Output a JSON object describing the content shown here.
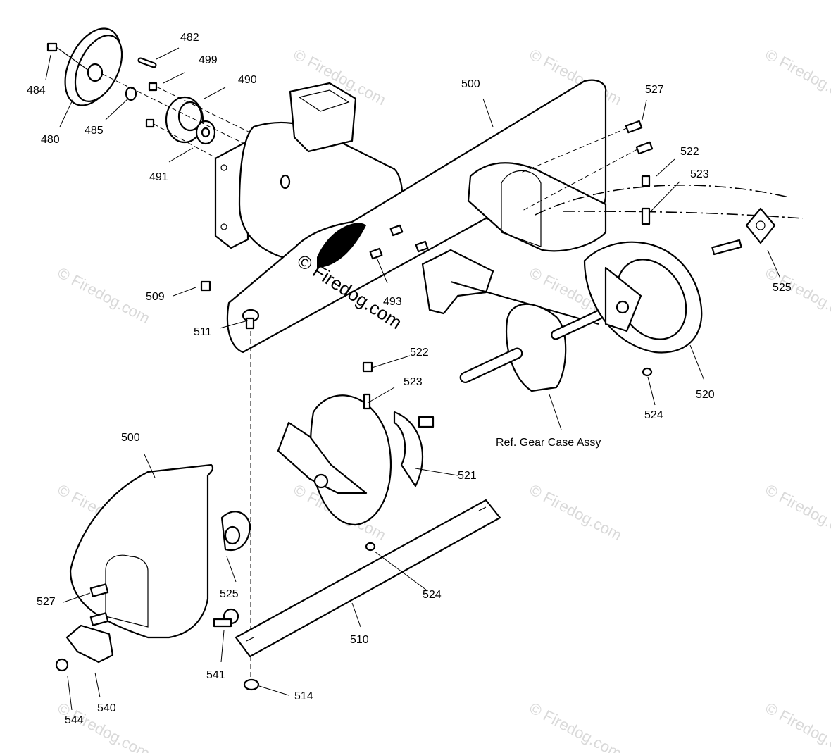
{
  "watermark": {
    "text": "© Firedog.com"
  },
  "callouts": [
    {
      "id": "482",
      "text": "482"
    },
    {
      "id": "499",
      "text": "499"
    },
    {
      "id": "490",
      "text": "490"
    },
    {
      "id": "484",
      "text": "484"
    },
    {
      "id": "480",
      "text": "480"
    },
    {
      "id": "485",
      "text": "485"
    },
    {
      "id": "491",
      "text": "491"
    },
    {
      "id": "500a",
      "text": "500"
    },
    {
      "id": "527a",
      "text": "527"
    },
    {
      "id": "522a",
      "text": "522"
    },
    {
      "id": "523a",
      "text": "523"
    },
    {
      "id": "525a",
      "text": "525"
    },
    {
      "id": "509",
      "text": "509"
    },
    {
      "id": "511",
      "text": "511"
    },
    {
      "id": "493",
      "text": "493"
    },
    {
      "id": "524a",
      "text": "524"
    },
    {
      "id": "520",
      "text": "520"
    },
    {
      "id": "522b",
      "text": "522"
    },
    {
      "id": "523b",
      "text": "523"
    },
    {
      "id": "gear",
      "text": "Ref. Gear Case Assy"
    },
    {
      "id": "521",
      "text": "521"
    },
    {
      "id": "500b",
      "text": "500"
    },
    {
      "id": "525b",
      "text": "525"
    },
    {
      "id": "527b",
      "text": "527"
    },
    {
      "id": "524b",
      "text": "524"
    },
    {
      "id": "510",
      "text": "510"
    },
    {
      "id": "541",
      "text": "541"
    },
    {
      "id": "514",
      "text": "514"
    },
    {
      "id": "540",
      "text": "540"
    },
    {
      "id": "544",
      "text": "544"
    }
  ]
}
